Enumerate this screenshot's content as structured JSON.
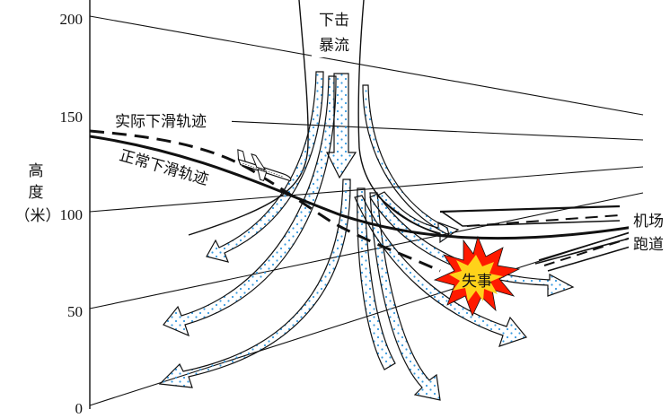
{
  "axis": {
    "title_line1": "高",
    "title_line2": "度",
    "title_line3": "（米）",
    "ticks": [
      "200",
      "150",
      "100",
      "50",
      "0"
    ]
  },
  "labels": {
    "downburst_line1": "下击",
    "downburst_line2": "暴流",
    "actual_path": "实际下滑轨迹",
    "normal_path": "正常下滑轨迹",
    "runway_line1": "机场",
    "runway_line2": "跑道",
    "accident": "失事"
  },
  "colors": {
    "ink": "#111111",
    "dots": "#3a9be0",
    "burst_outer": "#ff1a00",
    "burst_inner": "#ffd21a"
  },
  "icons": {
    "airplane": "airplane-icon",
    "explosion": "explosion-icon"
  }
}
